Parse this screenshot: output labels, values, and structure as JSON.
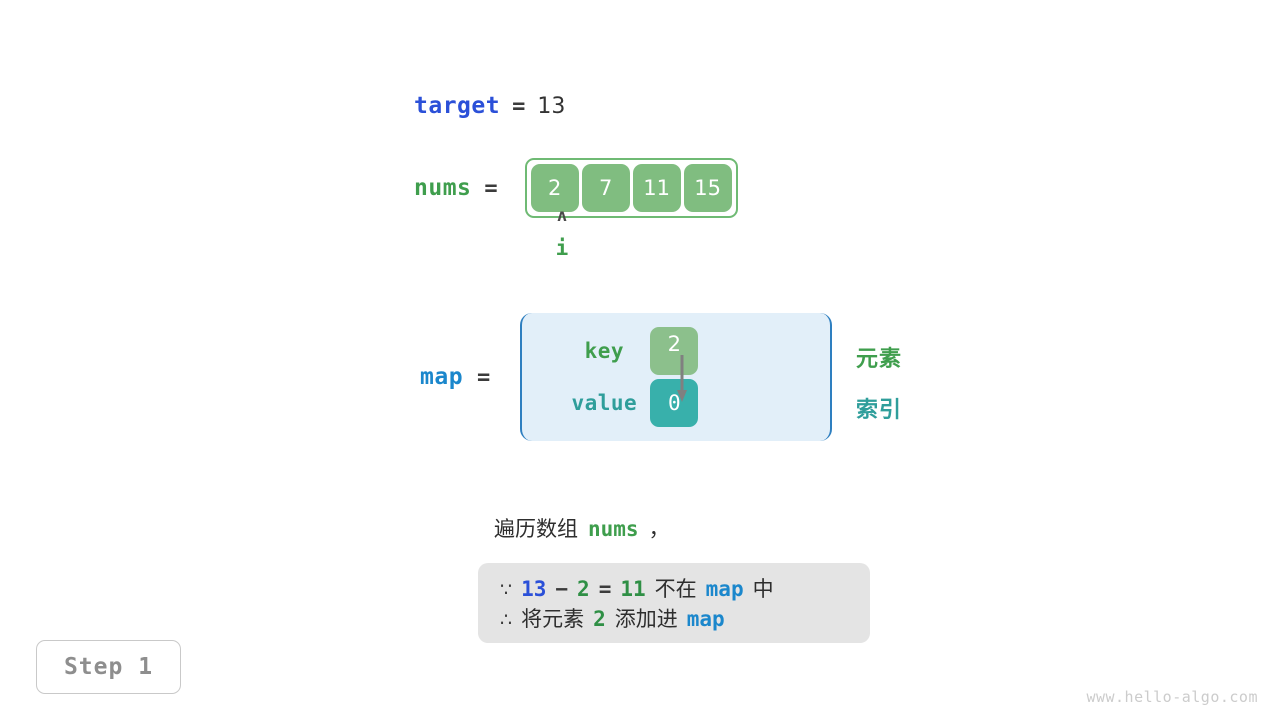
{
  "target": {
    "name": "target",
    "equals": "=",
    "value": "13"
  },
  "nums": {
    "name": "nums",
    "equals": "=",
    "cells": [
      "2",
      "7",
      "11",
      "15"
    ]
  },
  "pointer": {
    "caret": "ʌ",
    "label": "i"
  },
  "map": {
    "name": "map",
    "equals": "=",
    "key_label": "key",
    "value_label": "value",
    "key_cell": "2",
    "value_cell": "0",
    "note_element": "元素",
    "note_index": "索引"
  },
  "narration": {
    "prefix": "遍历数组",
    "keyword": "nums",
    "suffix": "，"
  },
  "reasoning": {
    "line1": {
      "symbol": "∵",
      "a": "13",
      "minus": "−",
      "b": "2",
      "eq": "=",
      "c": "11",
      "text1": "不在",
      "map": "map",
      "text2": "中"
    },
    "line2": {
      "symbol": "∴",
      "text1": "将元素",
      "a": "2",
      "text2": "添加进",
      "map": "map"
    }
  },
  "step_badge": "Step 1",
  "watermark": "www.hello-algo.com",
  "colors": {
    "green": "#3f9e4d",
    "cell_green": "#80bd80",
    "teal": "#38b0ab",
    "blue_dark": "#2b50d8",
    "blue_light": "#1b87cc",
    "box_blue_border": "#2e7fc0",
    "box_blue_fill": "#e2eff9",
    "gray_box": "#e4e4e4",
    "arrow_gray": "#808080"
  }
}
